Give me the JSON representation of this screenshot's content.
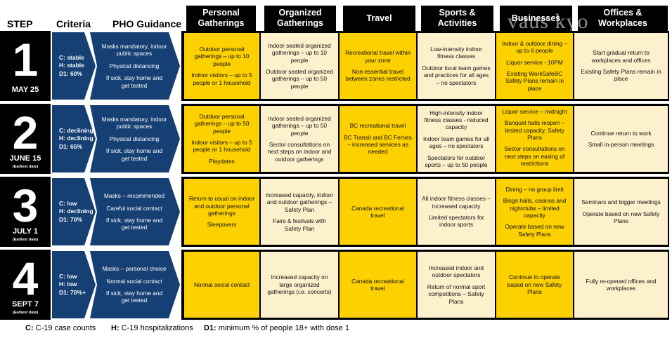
{
  "header": {
    "step": "STEP",
    "criteria": "Criteria",
    "pho": "PHO Guidance",
    "categories": [
      "Personal Gatherings",
      "Organized Gatherings",
      "Travel",
      "Sports & Activities",
      "Businesses",
      "Offices & Workplaces"
    ]
  },
  "watermark": "vaus kyo",
  "rows": [
    {
      "num": "1",
      "date": "MAY 25",
      "earliest": "",
      "criteria": [
        "C: stable",
        "H: stable",
        "D1: 60%"
      ],
      "pho": [
        "Masks mandatory, indoor public spaces",
        "Physical distancing",
        "If sick, stay home and get tested"
      ],
      "cells": [
        [
          "Outdoor personal gatherings – up to 10 people",
          "Indoor visitors – up to 5 people or 1 household"
        ],
        [
          "Indoor seated organized gatherings – up to 10 people",
          "Outdoor seated organized gatherings – up to 50 people"
        ],
        [
          "Recreational travel within your zone",
          "Non-essential travel between zones restricted"
        ],
        [
          "Low-intensity indoor fitness classes",
          "Outdoor local team games and practices for all ages – no spectators"
        ],
        [
          "Indoor & outdoor dining – up to 6 people",
          "Liquor service - 10PM",
          "Existing WorkSafeBC Safety Plans remain in place"
        ],
        [
          "Start gradual return to workplaces and offices",
          "Existing Safety Plans remain in place"
        ]
      ]
    },
    {
      "num": "2",
      "date": "JUNE 15",
      "earliest": "(Earliest date)",
      "criteria": [
        "C: declining",
        "H: declining",
        "D1: 65%"
      ],
      "pho": [
        "Masks mandatory, indoor public spaces",
        "Physical distancing",
        "If sick, stay home and get tested"
      ],
      "cells": [
        [
          "Outdoor personal gatherings – up to 50 people",
          "Indoor visitors – up to 5 people or 1 household",
          "Playdates"
        ],
        [
          "Indoor seated organized gatherings – up to 50 people",
          "Sector consultations on next steps on indoor and outdoor gatherings"
        ],
        [
          "BC recreational travel",
          "BC Transit and BC Ferries – increased services as needed"
        ],
        [
          "High-intensity indoor fitness classes - reduced capacity",
          "Indoor team games for all ages – no spectators",
          "Spectators for outdoor sports – up to 50 people"
        ],
        [
          "Liquor service – midnight",
          "Banquet halls reopen – limited capacity, Safety Plans",
          "Sector consultations on next steps on easing of restrictions"
        ],
        [
          "Continue return to work",
          "Small in-person meetings"
        ]
      ]
    },
    {
      "num": "3",
      "date": "JULY 1",
      "earliest": "(Earliest date)",
      "criteria": [
        "C: low",
        "H: declining",
        "D1: 70%"
      ],
      "pho": [
        "Masks – recommended",
        "Careful social contact",
        "If sick, stay home and get tested"
      ],
      "cells": [
        [
          "Return to usual on indoor and outdoor personal gatherings",
          "Sleepovers"
        ],
        [
          "Increased capacity, indoor and outdoor gatherings – Safety Plan",
          "Fairs & festivals with Safety Plan"
        ],
        [
          "Canada recreational travel"
        ],
        [
          "All indoor fitness classes – increased capacity",
          "Limited spectators for indoor sports"
        ],
        [
          "Dining – no group limit",
          "Bingo halls, casinos and nightclubs – limited capacity",
          "Operate based on new Safety Plans"
        ],
        [
          "Seminars and bigger meetings",
          "Operate based on new Safety Plans"
        ]
      ]
    },
    {
      "num": "4",
      "date": "SEPT 7",
      "earliest": "(Earliest date)",
      "criteria": [
        "C: low",
        "H: low",
        "D1: 70%+"
      ],
      "pho": [
        "Masks – personal choice",
        "Normal social contact",
        "If sick, stay home and get tested"
      ],
      "cells": [
        [
          "Normal social contact"
        ],
        [
          "Increased capacity on large organized gatherings (i.e. concerts)"
        ],
        [
          "Canada recreational travel"
        ],
        [
          "Increased indoor and outdoor spectators",
          "Return of normal sport competitions – Safety Plans"
        ],
        [
          "Continue to operate based on new Safety Plans"
        ],
        [
          "Fully re-opened offices and workplaces"
        ]
      ]
    }
  ],
  "legend": [
    {
      "key": "C:",
      "text": "C-19 case counts"
    },
    {
      "key": "H:",
      "text": "C-19 hospitalizations"
    },
    {
      "key": "D1:",
      "text": "minimum % of people 18+ with dose 1"
    }
  ],
  "colors": {
    "yellow": "#fdd000",
    "cream": "#fdf0cc",
    "navy": "#163f73",
    "black": "#000000"
  },
  "cell_shading": [
    [
      "yellow",
      "cream",
      "yellow",
      "cream",
      "yellow",
      "cream"
    ],
    [
      "yellow",
      "cream",
      "yellow",
      "cream",
      "yellow",
      "cream"
    ],
    [
      "yellow",
      "cream",
      "yellow",
      "cream",
      "yellow",
      "cream"
    ],
    [
      "yellow",
      "cream",
      "yellow",
      "cream",
      "yellow",
      "cream"
    ]
  ]
}
